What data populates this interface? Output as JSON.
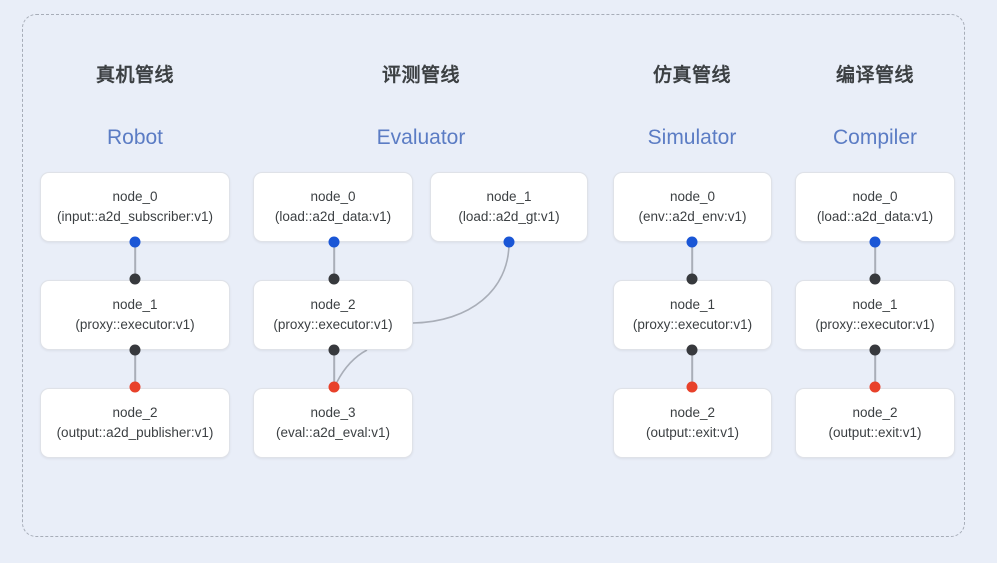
{
  "diagram": {
    "background_color": "#e9eef8",
    "frame_border_color": "#a7adb8",
    "port_colors": {
      "input": "#1a56d6",
      "through": "#37393d",
      "output": "#e8412a"
    },
    "edge_color": "#a9aeb8",
    "columns": [
      {
        "id": "robot",
        "title_cn": "真机管线",
        "title_en": "Robot",
        "nodes": [
          {
            "name": "node_0",
            "type": "(input::a2d_subscriber:v1)"
          },
          {
            "name": "node_1",
            "type": "(proxy::executor:v1)"
          },
          {
            "name": "node_2",
            "type": "(output::a2d_publisher:v1)"
          }
        ]
      },
      {
        "id": "evaluator",
        "title_cn": "评测管线",
        "title_en": "Evaluator",
        "nodes": [
          {
            "name": "node_0",
            "type": "(load::a2d_data:v1)"
          },
          {
            "name": "node_1",
            "type": "(load::a2d_gt:v1)"
          },
          {
            "name": "node_2",
            "type": "(proxy::executor:v1)"
          },
          {
            "name": "node_3",
            "type": "(eval::a2d_eval:v1)"
          }
        ]
      },
      {
        "id": "simulator",
        "title_cn": "仿真管线",
        "title_en": "Simulator",
        "nodes": [
          {
            "name": "node_0",
            "type": "(env::a2d_env:v1)"
          },
          {
            "name": "node_1",
            "type": "(proxy::executor:v1)"
          },
          {
            "name": "node_2",
            "type": "(output::exit:v1)"
          }
        ]
      },
      {
        "id": "compiler",
        "title_cn": "编译管线",
        "title_en": "Compiler",
        "nodes": [
          {
            "name": "node_0",
            "type": "(load::a2d_data:v1)"
          },
          {
            "name": "node_1",
            "type": "(proxy::executor:v1)"
          },
          {
            "name": "node_2",
            "type": "(output::exit:v1)"
          }
        ]
      }
    ]
  }
}
